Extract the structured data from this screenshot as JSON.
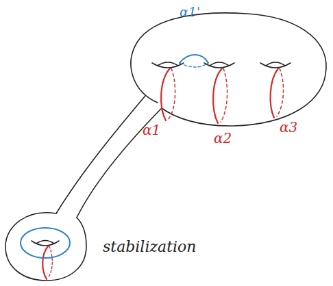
{
  "diagram": {
    "labels": [
      "α1'",
      "α1",
      "α2",
      "α3",
      "stabilization"
    ]
  }
}
